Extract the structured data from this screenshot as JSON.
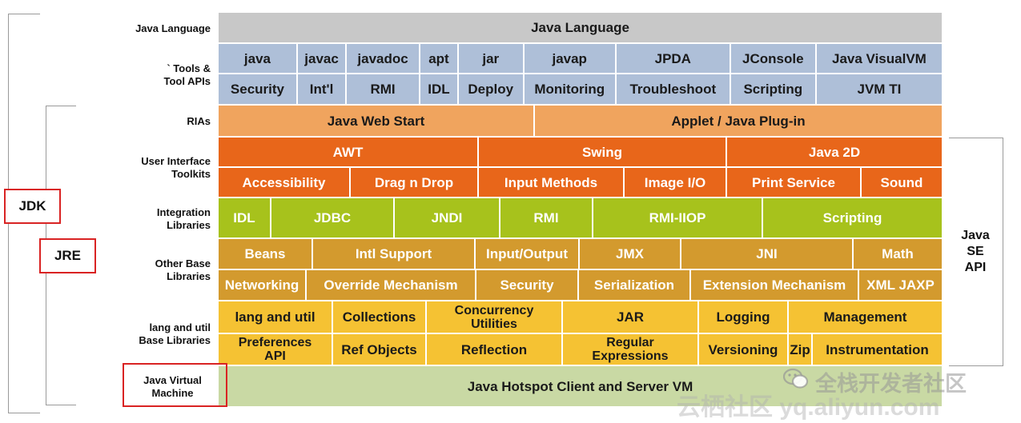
{
  "row_labels": [
    "Java Language",
    "` Tools &\nTool APIs",
    "RIAs",
    "User Interface\nToolkits",
    "Integration\nLibraries",
    "Other Base\nLibraries",
    "lang and util\nBase Libraries",
    "Java Virtual\nMachine"
  ],
  "side_labels": {
    "jdk": "JDK",
    "jre": "JRE",
    "java_se_api": "Java\nSE\nAPI"
  },
  "colors": {
    "gray": "#c8c8c8",
    "blue": "#aebfd8",
    "light_orange": "#f0a45e",
    "dark_orange": "#e8661a",
    "lime": "#a7c21c",
    "tan": "#d39a2e",
    "yellow": "#f5c233",
    "green": "#c9d9a4"
  },
  "rows": [
    {
      "color": "gray",
      "cells": [
        {
          "text": "Java Language",
          "w": 1
        }
      ]
    },
    {
      "color": "blue",
      "cells": [
        {
          "text": "java",
          "w": 97
        },
        {
          "text": "javac",
          "w": 60
        },
        {
          "text": "javadoc",
          "w": 90
        },
        {
          "text": "apt",
          "w": 47
        },
        {
          "text": "jar",
          "w": 80
        },
        {
          "text": "javap",
          "w": 113
        },
        {
          "text": "JPDA",
          "w": 140
        },
        {
          "text": "JConsole",
          "w": 105
        },
        {
          "text": "Java VisualVM",
          "w": 155
        }
      ]
    },
    {
      "color": "blue",
      "cells": [
        {
          "text": "Security",
          "w": 97
        },
        {
          "text": "Int'l",
          "w": 60
        },
        {
          "text": "RMI",
          "w": 90
        },
        {
          "text": "IDL",
          "w": 47
        },
        {
          "text": "Deploy",
          "w": 80
        },
        {
          "text": "Monitoring",
          "w": 113
        },
        {
          "text": "Troubleshoot",
          "w": 140
        },
        {
          "text": "Scripting",
          "w": 105
        },
        {
          "text": "JVM TI",
          "w": 155
        }
      ]
    },
    {
      "color": "light_orange",
      "cells": [
        {
          "text": "Java Web Start",
          "w": 395
        },
        {
          "text": "Applet / Java Plug-in",
          "w": 510
        }
      ]
    },
    {
      "color": "dark_orange",
      "cells": [
        {
          "text": "AWT",
          "w": 325
        },
        {
          "text": "Swing",
          "w": 310
        },
        {
          "text": "Java 2D",
          "w": 270
        }
      ]
    },
    {
      "color": "dark_orange",
      "cells": [
        {
          "text": "Accessibility",
          "w": 165
        },
        {
          "text": "Drag n Drop",
          "w": 160
        },
        {
          "text": "Input Methods",
          "w": 182
        },
        {
          "text": "Image I/O",
          "w": 128
        },
        {
          "text": "Print Service",
          "w": 168
        },
        {
          "text": "Sound",
          "w": 102
        }
      ]
    },
    {
      "color": "lime",
      "cells": [
        {
          "text": "IDL",
          "w": 66
        },
        {
          "text": "JDBC",
          "w": 154
        },
        {
          "text": "JNDI",
          "w": 132
        },
        {
          "text": "RMI",
          "w": 116
        },
        {
          "text": "RMI-IIOP",
          "w": 212
        },
        {
          "text": "Scripting",
          "w": 225
        }
      ]
    },
    {
      "color": "tan",
      "cells": [
        {
          "text": "Beans",
          "w": 118
        },
        {
          "text": "Intl Support",
          "w": 203
        },
        {
          "text": "Input/Output",
          "w": 130
        },
        {
          "text": "JMX",
          "w": 127
        },
        {
          "text": "JNI",
          "w": 215
        },
        {
          "text": "Math",
          "w": 112
        }
      ]
    },
    {
      "color": "tan",
      "cells": [
        {
          "text": "Networking",
          "w": 110
        },
        {
          "text": "Override Mechanism",
          "w": 212
        },
        {
          "text": "Security",
          "w": 128
        },
        {
          "text": "Serialization",
          "w": 140
        },
        {
          "text": "Extension Mechanism",
          "w": 210
        },
        {
          "text": "XML JAXP",
          "w": 105
        }
      ]
    },
    {
      "color": "yellow",
      "cells": [
        {
          "text": "lang and util",
          "w": 143
        },
        {
          "text": "Collections",
          "w": 117
        },
        {
          "text": "Concurrency\nUtilities",
          "w": 170
        },
        {
          "text": "JAR",
          "w": 170
        },
        {
          "text": "Logging",
          "w": 112
        },
        {
          "text": "Management",
          "w": 193
        }
      ]
    },
    {
      "color": "yellow",
      "cells": [
        {
          "text": "Preferences\nAPI",
          "w": 143
        },
        {
          "text": "Ref Objects",
          "w": 117
        },
        {
          "text": "Reflection",
          "w": 170
        },
        {
          "text": "Regular\nExpressions",
          "w": 170
        },
        {
          "text": "Versioning",
          "w": 112
        },
        {
          "text": "Zip",
          "w": 30
        },
        {
          "text": "Instrumentation",
          "w": 163
        }
      ]
    },
    {
      "color": "green",
      "cells": [
        {
          "text": "Java Hotspot Client and Server VM",
          "w": 1
        }
      ]
    }
  ],
  "watermarks": {
    "brand": "全栈开发者社区",
    "site": "云栖社区 yq.aliyun.com"
  }
}
